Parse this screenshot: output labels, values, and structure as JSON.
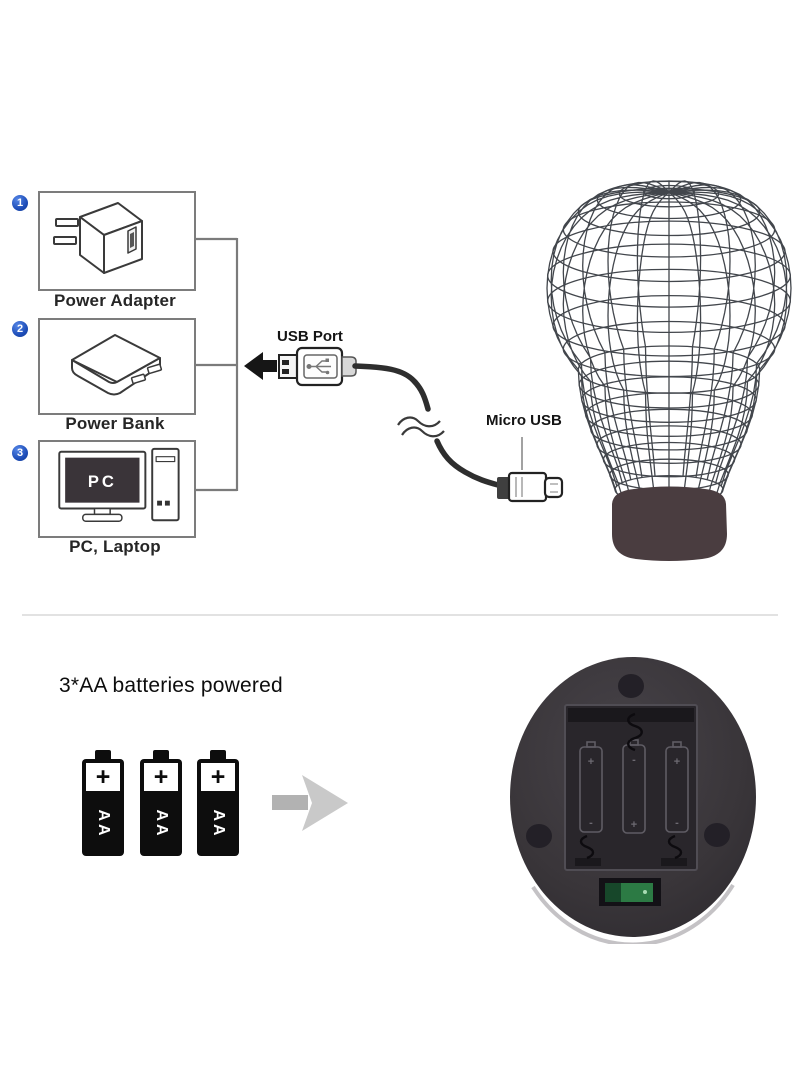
{
  "diagram": {
    "options": [
      {
        "number": "1",
        "label": "Power Adapter"
      },
      {
        "number": "2",
        "label": "Power Bank"
      },
      {
        "number": "3",
        "label": "PC, Laptop"
      }
    ],
    "pc_screen_text": "PC",
    "usb_port_label": "USB Port",
    "micro_usb_label": "Micro USB"
  },
  "battery_section": {
    "heading": "3*AA batteries powered",
    "battery_plus": "+",
    "battery_size": "AA",
    "polarity_plus": "+",
    "polarity_minus": "-"
  },
  "colors": {
    "badge_blue": "#1d4db8",
    "line_gray": "#7b7b7b",
    "lamp_base": "#4a3d40",
    "wire": "#42464c",
    "arrow_gray": "#c9c9c9",
    "pcb_green": "#2c7a44"
  }
}
